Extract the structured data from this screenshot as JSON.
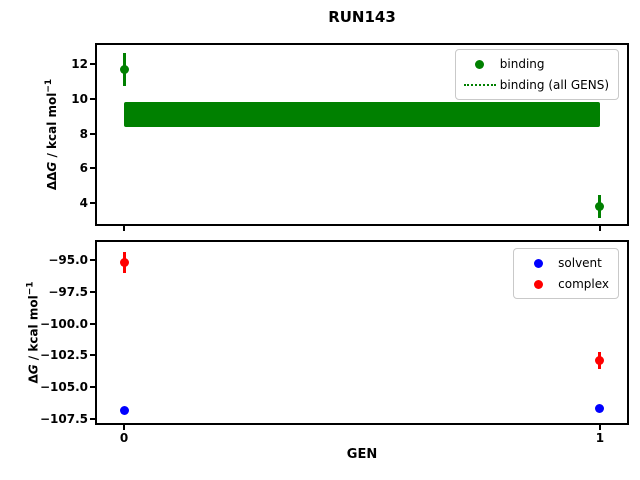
{
  "title": "RUN143",
  "colors": {
    "binding": "#008000",
    "solvent": "#0000ff",
    "complex": "#ff0000",
    "axes": "#000000",
    "legend_border": "#c9c9c9",
    "background": "#ffffff"
  },
  "chart_data": [
    {
      "type": "scatter",
      "subplot": "top",
      "ylabel": "ΔΔG / kcal mol⁻¹",
      "ylabel_parts": {
        "prefix": "ΔΔ",
        "italic": "G",
        "rest": " / kcal mol",
        "sup": "−1"
      },
      "xlim": [
        -0.057,
        1.057
      ],
      "ylim": [
        2.8,
        13.1
      ],
      "grid": false,
      "yticks": [
        {
          "v": 12,
          "label": "12"
        },
        {
          "v": 10,
          "label": "10"
        },
        {
          "v": 8,
          "label": "8"
        },
        {
          "v": 6,
          "label": "6"
        },
        {
          "v": 4,
          "label": "4"
        }
      ],
      "xticks": [
        {
          "v": 0,
          "label": "0"
        },
        {
          "v": 1,
          "label": "1"
        }
      ],
      "x_tick_labels_visible": false,
      "series": [
        {
          "name": "binding",
          "color": "#008000",
          "marker": "circle",
          "points": [
            {
              "x": 0,
              "y": 11.7,
              "yerr": 0.95
            },
            {
              "x": 1,
              "y": 3.8,
              "yerr": 0.65
            }
          ]
        }
      ],
      "band": {
        "name": "binding (all GENS)",
        "color": "#008000",
        "line_style": "dotted",
        "x_range": [
          0,
          1
        ],
        "y_center": 9.1,
        "y_min": 8.4,
        "y_max": 9.8
      },
      "legend": {
        "position": "upper right",
        "items": [
          "binding",
          "binding (all GENS)"
        ]
      }
    },
    {
      "type": "scatter",
      "subplot": "bottom",
      "xlabel": "GEN",
      "ylabel": "ΔG / kcal mol⁻¹",
      "ylabel_parts": {
        "prefix": "Δ",
        "italic": "G",
        "rest": " / kcal mol",
        "sup": "−1"
      },
      "xlim": [
        -0.057,
        1.057
      ],
      "ylim": [
        -107.8,
        -93.6
      ],
      "grid": false,
      "yticks": [
        {
          "v": -95.0,
          "label": "−95.0"
        },
        {
          "v": -97.5,
          "label": "−97.5"
        },
        {
          "v": -100.0,
          "label": "−100.0"
        },
        {
          "v": -102.5,
          "label": "−102.5"
        },
        {
          "v": -105.0,
          "label": "−105.0"
        },
        {
          "v": -107.5,
          "label": "−107.5"
        }
      ],
      "xticks": [
        {
          "v": 0,
          "label": "0"
        },
        {
          "v": 1,
          "label": "1"
        }
      ],
      "x_tick_labels_visible": true,
      "series": [
        {
          "name": "solvent",
          "color": "#0000ff",
          "marker": "circle",
          "points": [
            {
              "x": 0,
              "y": -106.8,
              "yerr": 0.1
            },
            {
              "x": 1,
              "y": -106.7,
              "yerr": 0.1
            }
          ]
        },
        {
          "name": "complex",
          "color": "#ff0000",
          "marker": "circle",
          "points": [
            {
              "x": 0,
              "y": -95.2,
              "yerr": 0.8
            },
            {
              "x": 1,
              "y": -102.9,
              "yerr": 0.65
            }
          ]
        }
      ],
      "legend": {
        "position": "upper right",
        "items": [
          "solvent",
          "complex"
        ]
      }
    }
  ]
}
